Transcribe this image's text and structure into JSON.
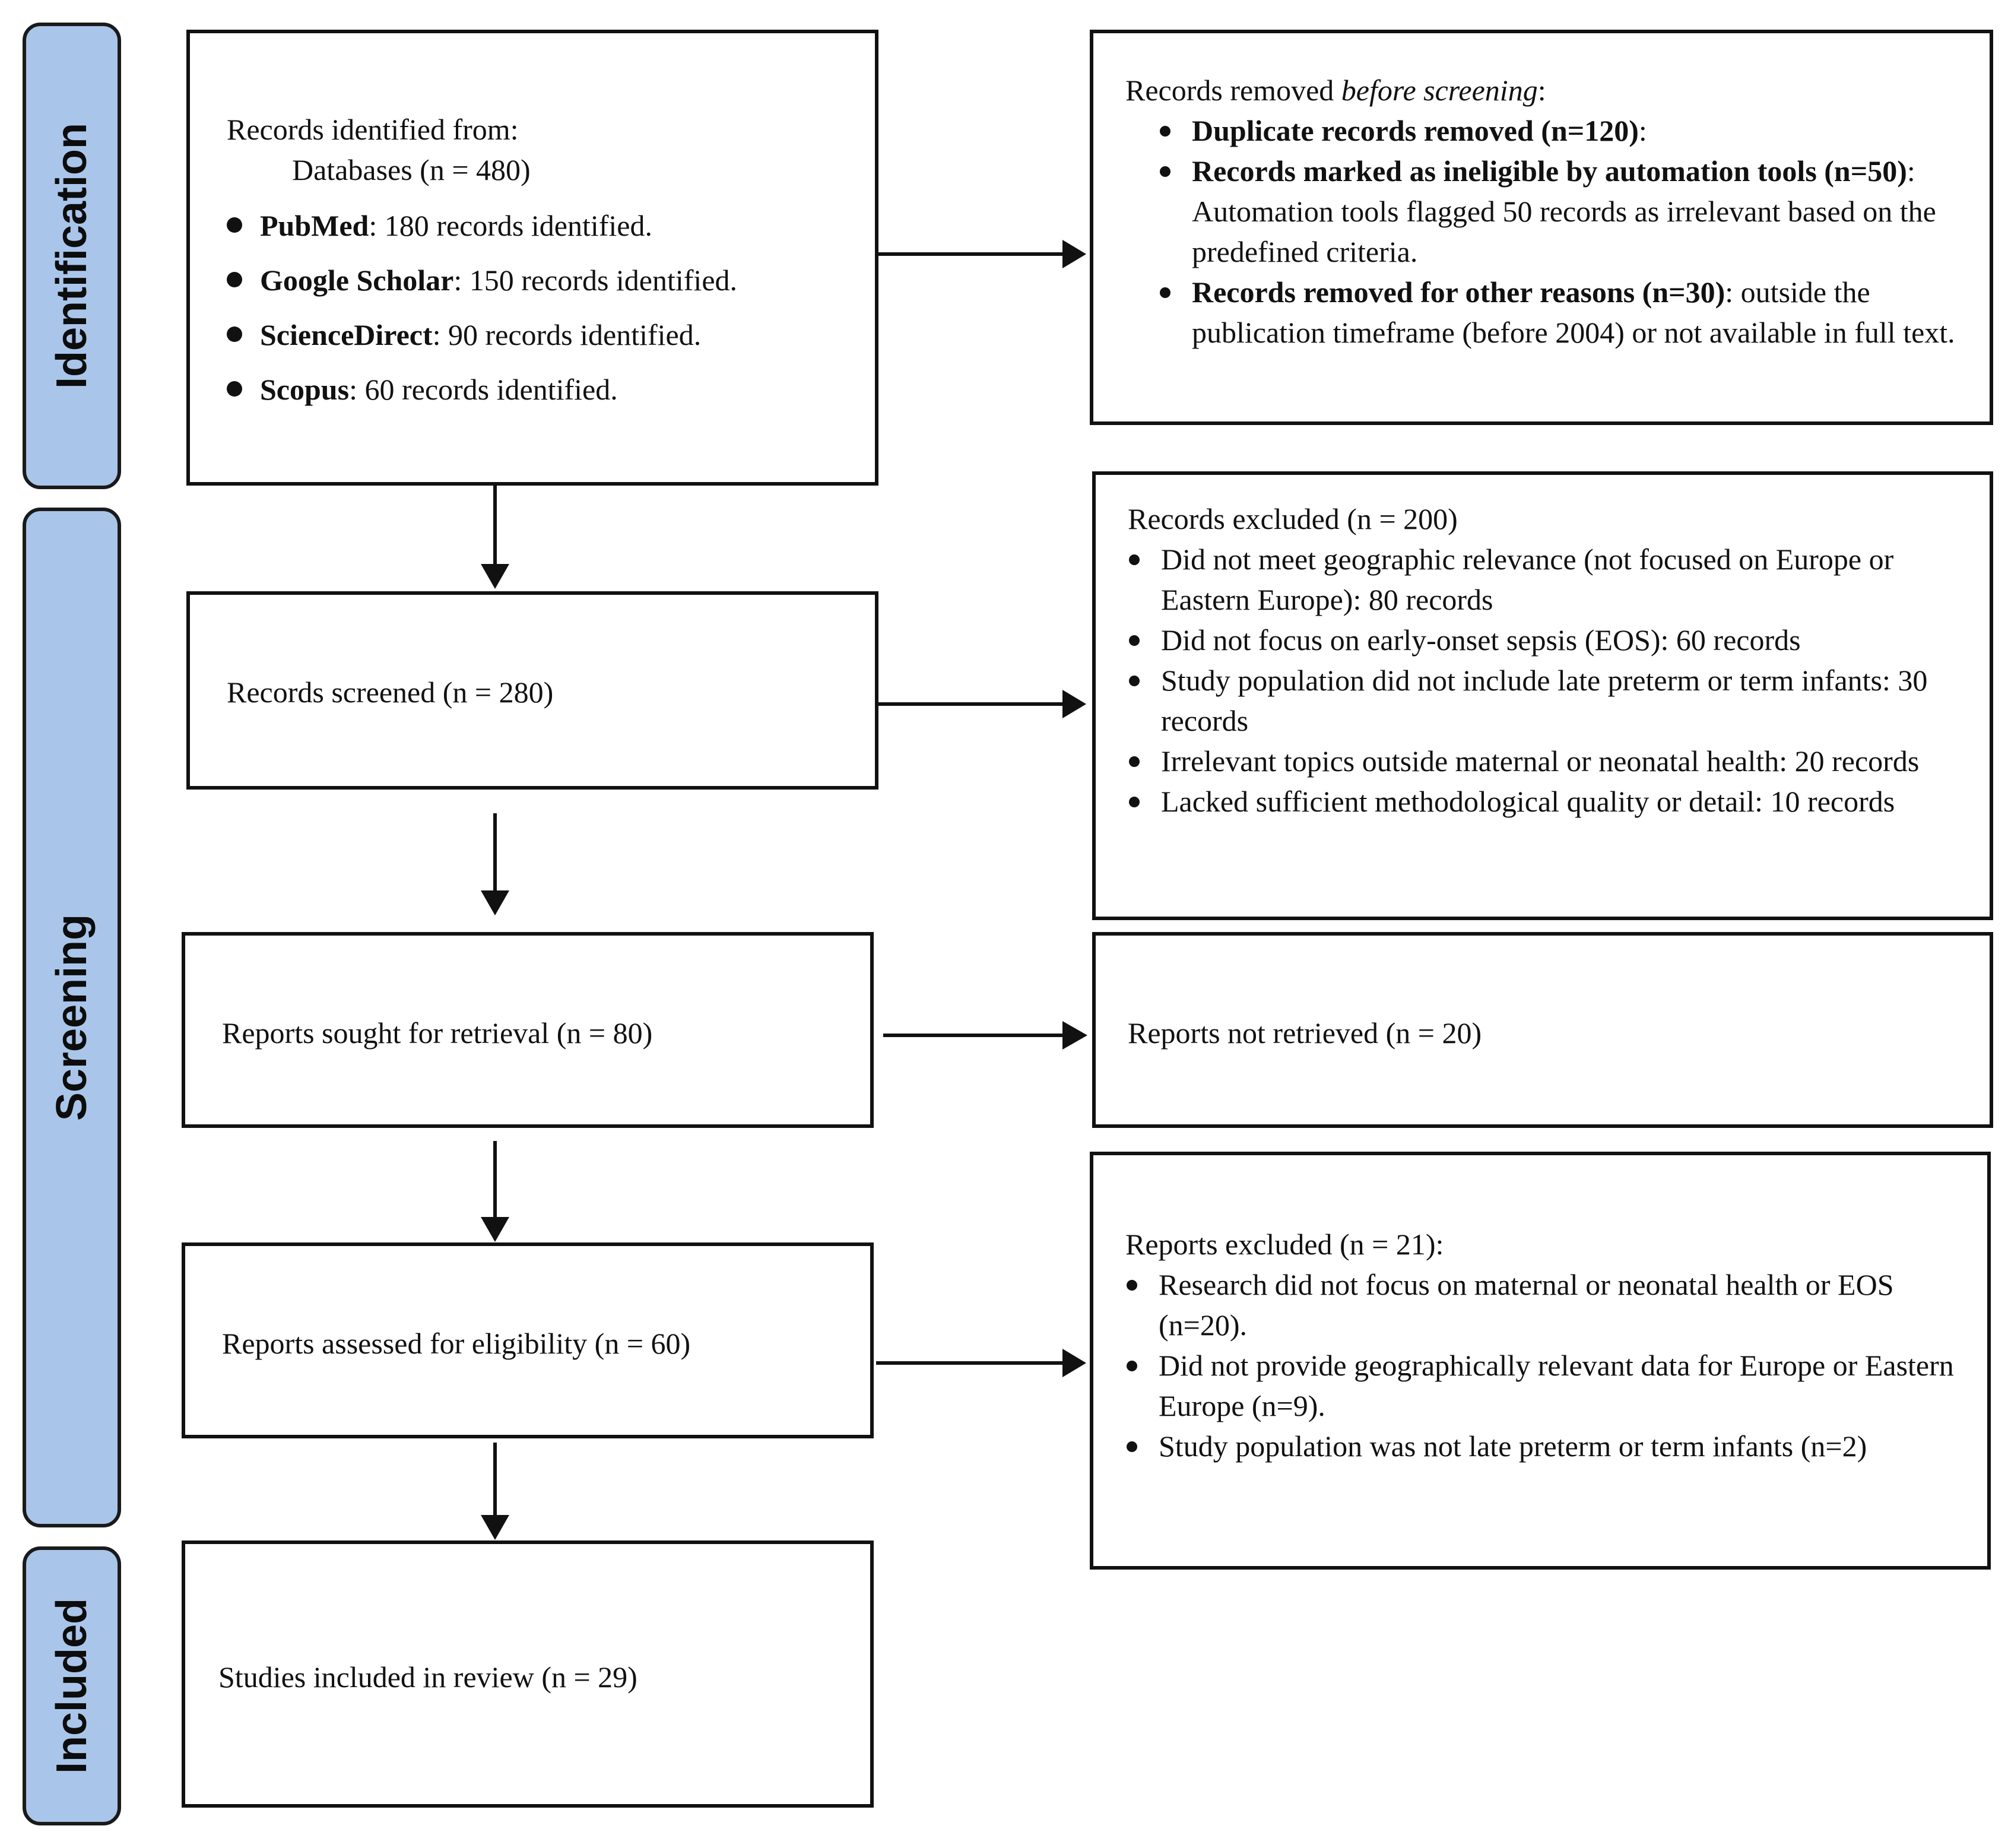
{
  "phases": {
    "identification": "Identification",
    "screening": "Screening",
    "included": "Included"
  },
  "identified": {
    "heading": "Records identified from:",
    "databases": "Databases (n = 480)",
    "sources": [
      {
        "name": "PubMed",
        "text": ": 180 records identified."
      },
      {
        "name": "Google Scholar",
        "text": ": 150 records identified."
      },
      {
        "name": "ScienceDirect",
        "text": ": 90 records identified."
      },
      {
        "name": "Scopus",
        "text": ": 60 records identified."
      }
    ]
  },
  "removed": {
    "heading_start": "Records removed ",
    "heading_em": "before screening",
    "heading_end": ":",
    "items": [
      {
        "bold": "Duplicate records removed (n=120)",
        "text": ":"
      },
      {
        "bold": "Records marked as ineligible by automation tools (n=50)",
        "text": ": Automation tools flagged 50 records as irrelevant based on the predefined criteria."
      },
      {
        "bold": "Records removed for other reasons (n=30)",
        "text": ": outside the publication timeframe (before 2004) or not available in full text."
      }
    ]
  },
  "screened": {
    "label": "Records screened (n = 280)"
  },
  "excluded": {
    "heading": "Records excluded (n = 200)",
    "items": [
      "Did not meet geographic relevance (not focused on Europe or Eastern Europe): 80 records",
      "Did not focus on early-onset sepsis (EOS): 60 records",
      "Study population did not include late preterm or term infants: 30 records",
      "Irrelevant topics outside maternal or neonatal health: 20 records",
      "Lacked sufficient methodological quality or detail: 10 records"
    ]
  },
  "sought": {
    "label": "Reports sought for retrieval (n = 80)"
  },
  "not_retrieved": {
    "label": "Reports not retrieved (n = 20)"
  },
  "assessed": {
    "label": "Reports assessed for eligibility (n = 60)"
  },
  "reports_excluded": {
    "heading": "Reports excluded (n = 21):",
    "items": [
      "Research did not focus on maternal or neonatal health or EOS (n=20).",
      "Did not provide geographically relevant data for Europe or Eastern Europe (n=9).",
      "Study population was not late preterm or term infants (n=2)"
    ]
  },
  "included_box": {
    "label": "Studies included in review (n = 29)"
  }
}
